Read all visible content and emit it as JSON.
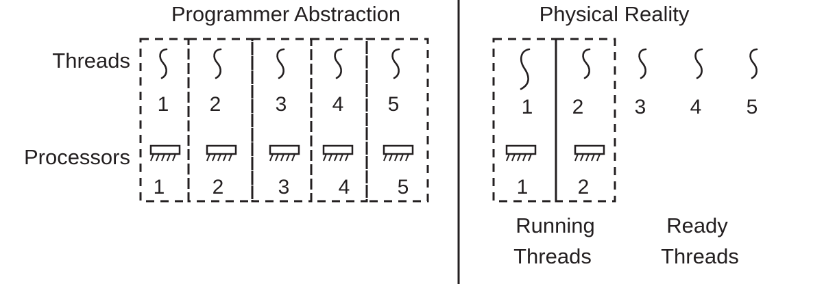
{
  "left_panel": {
    "title": "Programmer Abstraction",
    "row_labels": {
      "threads": "Threads",
      "processors": "Processors"
    },
    "thread_numbers": [
      "1",
      "2",
      "3",
      "4",
      "5"
    ],
    "processor_numbers": [
      "1",
      "2",
      "3",
      "4",
      "5"
    ]
  },
  "right_panel": {
    "title": "Physical Reality",
    "thread_numbers": [
      "1",
      "2",
      "3",
      "4",
      "5"
    ],
    "processor_numbers": [
      "1",
      "2"
    ],
    "running_caption": [
      "Running",
      "Threads"
    ],
    "ready_caption": [
      "Ready",
      "Threads"
    ]
  },
  "icons": {
    "thread": "thread-squiggle-icon",
    "processor": "processor-chip-icon"
  },
  "colors": {
    "ink": "#231f20",
    "background": "#ffffff"
  }
}
